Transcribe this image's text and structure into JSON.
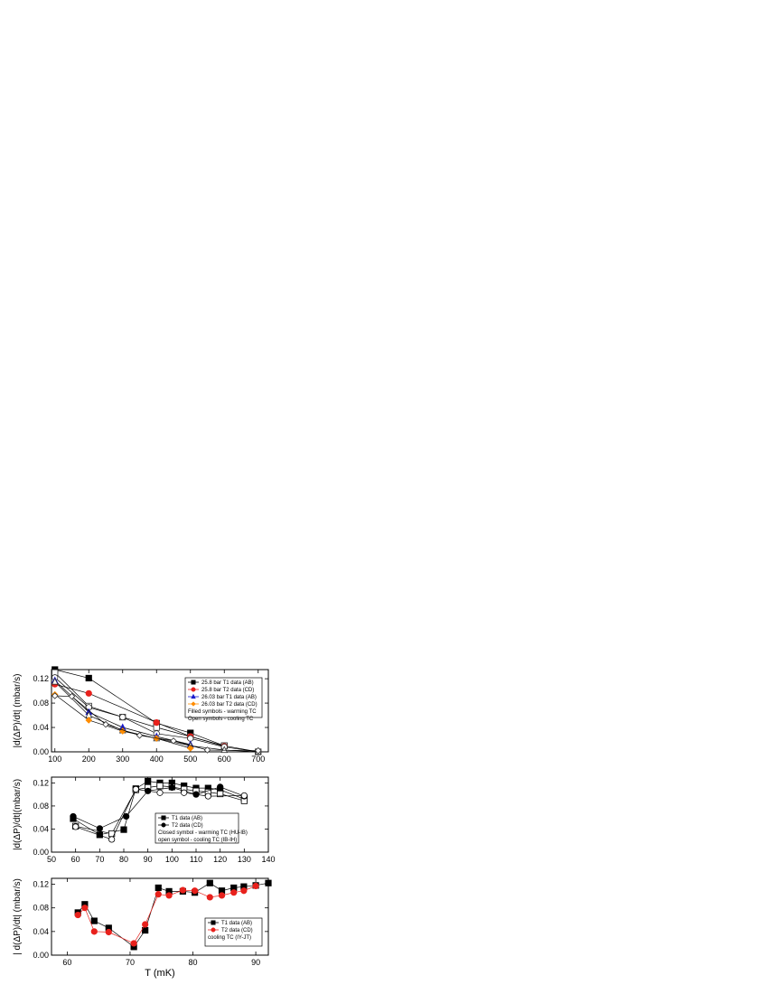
{
  "chart_data": [
    {
      "type": "line",
      "xlim": [
        90,
        730
      ],
      "ylim": [
        0,
        0.135
      ],
      "xticks": [
        100,
        200,
        300,
        400,
        500,
        600,
        700
      ],
      "yticks": [
        0.0,
        0.04,
        0.08,
        0.12
      ],
      "ytick_labels": [
        "0.00",
        "0.04",
        "0.08",
        "0.12"
      ],
      "xlabel": "",
      "ylabel": "|d(ΔP)/dt| (mbar/s)",
      "legend": {
        "position": "top-right",
        "entries": [
          "25.8 bar T1 data (AB)",
          "25.8 bar T2 data (CD)",
          "26.03 bar T1 data (AB)",
          "26.03 bar T2 data (CD)"
        ],
        "notes": [
          "Filled symbols - warming TC",
          "Open symbols - cooling TC"
        ]
      },
      "series": [
        {
          "name": "25.8 bar T1 data (AB)",
          "color": "#000000",
          "marker": "square",
          "warming": {
            "x": [
              100,
              200,
              400,
              500,
              600
            ],
            "y": [
              0.135,
              0.121,
              0.047,
              0.031,
              0.01
            ]
          },
          "cooling": {
            "x": [
              100,
              200,
              300,
              400,
              500,
              600,
              700
            ],
            "y": [
              0.13,
              0.075,
              0.057,
              0.04,
              0.025,
              0.01,
              0.0
            ]
          }
        },
        {
          "name": "25.8 bar T2 data (CD)",
          "color": "#e8211c",
          "marker": "circle",
          "warming": {
            "x": [
              100,
              200,
              400,
              500,
              600
            ],
            "y": [
              0.111,
              0.096,
              0.048,
              0.025,
              0.009
            ]
          },
          "cooling": {
            "x": [
              100,
              200,
              300,
              400,
              500,
              600,
              700
            ],
            "y": [
              0.122,
              0.073,
              0.057,
              0.03,
              0.022,
              0.008,
              0.0
            ]
          }
        },
        {
          "name": "26.03 bar T1 data (AB)",
          "color": "#1a1acc",
          "marker": "triangle",
          "warming": {
            "x": [
              100,
              200,
              300,
              400,
              500
            ],
            "y": [
              0.117,
              0.065,
              0.04,
              0.025,
              0.012
            ]
          },
          "cooling": {
            "x": [
              100,
              200,
              300,
              400,
              500,
              600,
              700
            ],
            "y": [
              0.115,
              0.06,
              0.035,
              0.022,
              0.01,
              0.003,
              0.0
            ]
          }
        },
        {
          "name": "26.03 bar T2 data (CD)",
          "color": "#ff8c00",
          "marker": "star",
          "warming": {
            "x": [
              100,
              200,
              300,
              400,
              500
            ],
            "y": [
              0.094,
              0.052,
              0.034,
              0.022,
              0.006
            ]
          },
          "cooling": {
            "x": [
              100,
              150,
              250,
              350,
              450,
              550,
              700
            ],
            "y": [
              0.092,
              0.091,
              0.045,
              0.027,
              0.018,
              0.003,
              0.002
            ]
          }
        }
      ]
    },
    {
      "type": "line",
      "xlim": [
        50,
        140
      ],
      "ylim": [
        0,
        0.13
      ],
      "xticks": [
        50,
        60,
        70,
        80,
        90,
        100,
        110,
        120,
        130,
        140
      ],
      "yticks": [
        0.0,
        0.04,
        0.08,
        0.12
      ],
      "ytick_labels": [
        "0.00",
        "0.04",
        "0.08",
        "0.12"
      ],
      "xlabel": "",
      "ylabel": "|d(ΔP)/dt|(mbar/s)",
      "legend": {
        "position": "bottom-right",
        "entries": [
          "T1 data (AB)",
          "T2 data (CD)"
        ],
        "notes": [
          "Closed symbol - warming TC (HU-IB)",
          "open symbol - cooling TC (IB-IH)"
        ]
      },
      "series": [
        {
          "name": "T1 data (AB)",
          "color": "#000000",
          "marker": "square",
          "warming": {
            "x": [
              59,
              70,
              80,
              85,
              90,
              95,
              100,
              105,
              110,
              115,
              120,
              130
            ],
            "y": [
              0.058,
              0.03,
              0.039,
              0.11,
              0.123,
              0.12,
              0.12,
              0.115,
              0.111,
              0.111,
              0.108,
              0.092
            ]
          },
          "cooling": {
            "x": [
              60,
              75,
              85,
              90,
              95,
              100,
              105,
              110,
              115,
              120,
              130
            ],
            "y": [
              0.045,
              0.032,
              0.108,
              0.112,
              0.115,
              0.113,
              0.109,
              0.106,
              0.104,
              0.101,
              0.089
            ]
          }
        },
        {
          "name": "T2 data (CD)",
          "color": "#000000",
          "marker": "circle",
          "warming": {
            "x": [
              59,
              70,
              81,
              90,
              100,
              110,
              120,
              130
            ],
            "y": [
              0.062,
              0.041,
              0.062,
              0.106,
              0.112,
              0.1,
              0.113,
              0.097
            ]
          },
          "cooling": {
            "x": [
              60,
              75,
              85,
              95,
              105,
              115,
              130
            ],
            "y": [
              0.044,
              0.022,
              0.109,
              0.103,
              0.103,
              0.097,
              0.098
            ]
          }
        }
      ]
    },
    {
      "type": "line",
      "xlim": [
        57.5,
        92
      ],
      "ylim": [
        0,
        0.13
      ],
      "xticks": [
        60,
        70,
        80,
        90
      ],
      "yticks": [
        0.0,
        0.04,
        0.08,
        0.12
      ],
      "ytick_labels": [
        "0.00",
        "0.04",
        "0.08",
        "0.12"
      ],
      "xlabel": "T (mK)",
      "ylabel": "| d(ΔP)/dt| (mbar/s)",
      "legend": {
        "position": "bottom-right",
        "entries": [
          "T1 data (AB)",
          "T2 data (CD)"
        ],
        "notes": [
          "cooling TC (IY-JT)"
        ]
      },
      "series": [
        {
          "name": "T1 data (AB)",
          "color": "#000000",
          "marker": "square",
          "x": [
            61.7,
            62.8,
            64.3,
            66.6,
            70.6,
            72.4,
            74.5,
            76.2,
            78.4,
            80.3,
            82.7,
            84.6,
            86.5,
            88.1,
            90.0,
            92.0
          ],
          "y": [
            0.072,
            0.086,
            0.058,
            0.046,
            0.014,
            0.042,
            0.114,
            0.108,
            0.108,
            0.106,
            0.122,
            0.109,
            0.114,
            0.116,
            0.118,
            0.122
          ]
        },
        {
          "name": "T2 data (CD)",
          "color": "#e8211c",
          "marker": "circle",
          "x": [
            61.7,
            62.8,
            64.3,
            66.6,
            70.6,
            72.4,
            74.5,
            76.2,
            78.4,
            80.3,
            82.7,
            84.6,
            86.5,
            88.1,
            90.0
          ],
          "y": [
            0.068,
            0.08,
            0.04,
            0.039,
            0.02,
            0.052,
            0.103,
            0.101,
            0.11,
            0.109,
            0.098,
            0.101,
            0.106,
            0.109,
            0.117
          ]
        }
      ]
    }
  ]
}
